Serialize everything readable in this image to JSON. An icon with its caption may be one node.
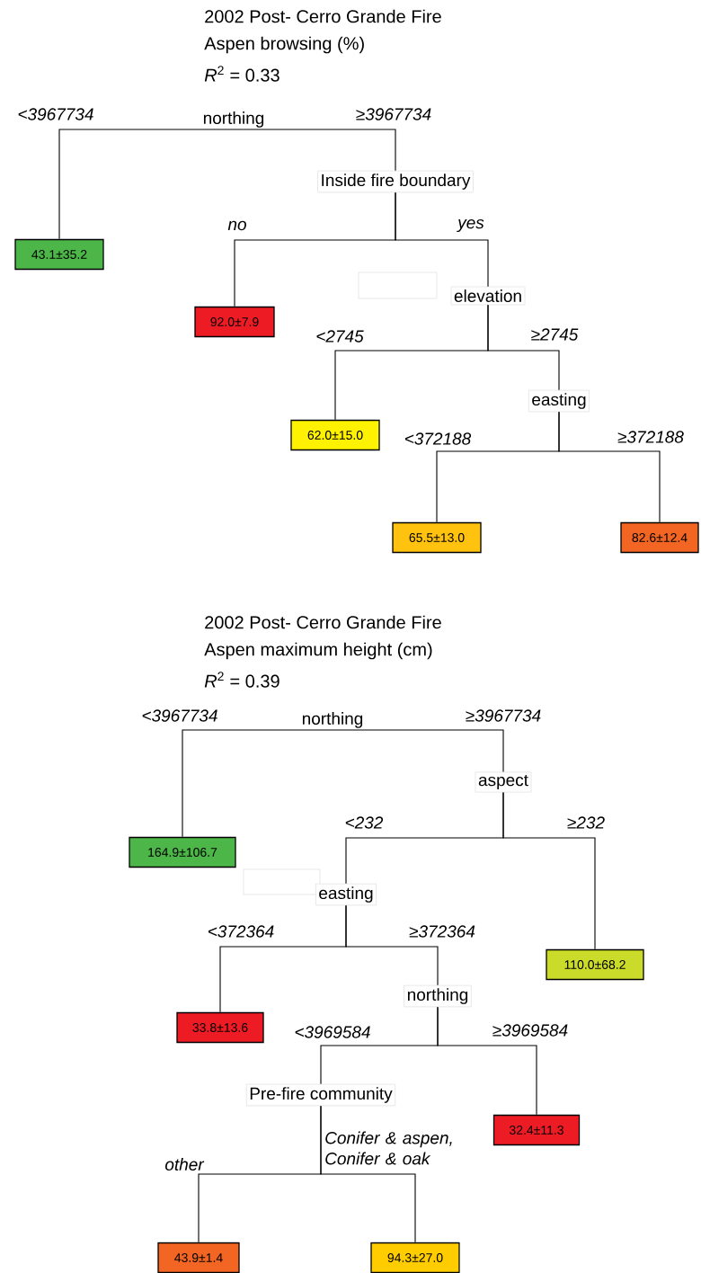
{
  "diagram": {
    "nodes": [
      {
        "text": [
          "northing"
        ]
      },
      {
        "text": [
          "43.1±35.2"
        ]
      },
      {
        "text": [
          "Inside fire boundary"
        ]
      },
      {
        "text": [
          "92.0±7.9"
        ]
      },
      {
        "text": [
          "elevation"
        ]
      },
      {
        "text": [
          "62.0±15.0"
        ]
      },
      {
        "text": [
          "easting"
        ]
      },
      {
        "text": [
          "65.5±13.0"
        ]
      },
      {
        "text": [
          "82.6±12.4"
        ]
      },
      {
        "text": [
          "northing"
        ]
      },
      {
        "text": [
          "164.9±106.7"
        ]
      },
      {
        "text": [
          "aspect"
        ]
      },
      {
        "text": [
          "easting"
        ]
      },
      {
        "text": [
          "110.0±68.2"
        ]
      },
      {
        "text": [
          "33.8±13.6"
        ]
      },
      {
        "text": [
          "northing"
        ]
      },
      {
        "text": [
          "Pre-fire community"
        ]
      },
      {
        "text": [
          "32.4±11.3"
        ]
      },
      {
        "text": [
          "43.9±1.4"
        ]
      },
      {
        "text": [
          "94.3±27.0"
        ]
      }
    ],
    "edges": [
      {
        "from": 0,
        "to": 1,
        "arrow": "none",
        "label": "<3967734"
      },
      {
        "from": 0,
        "to": 2,
        "arrow": "none",
        "label": "≥3967734"
      },
      {
        "from": 2,
        "to": 3,
        "arrow": "none",
        "label": "no"
      },
      {
        "from": 2,
        "to": 4,
        "arrow": "none",
        "label": "yes"
      },
      {
        "from": 4,
        "to": 5,
        "arrow": "none",
        "label": "<2745"
      },
      {
        "from": 4,
        "to": 6,
        "arrow": "none",
        "label": "≥2745"
      },
      {
        "from": 6,
        "to": 7,
        "arrow": "none",
        "label": "<372188"
      },
      {
        "from": 6,
        "to": 8,
        "arrow": "none",
        "label": "≥372188"
      },
      {
        "from": 9,
        "to": 10,
        "arrow": "none",
        "label": "<3967734"
      },
      {
        "from": 9,
        "to": 11,
        "arrow": "none",
        "label": "≥3967734"
      },
      {
        "from": 11,
        "to": 12,
        "arrow": "none",
        "label": "<232"
      },
      {
        "from": 11,
        "to": 13,
        "arrow": "none",
        "label": "≥232"
      },
      {
        "from": 12,
        "to": 14,
        "arrow": "none",
        "label": "<372364"
      },
      {
        "from": 12,
        "to": 15,
        "arrow": "none",
        "label": "≥372364"
      },
      {
        "from": 15,
        "to": 16,
        "arrow": "none",
        "label": "<3969584"
      },
      {
        "from": 15,
        "to": 17,
        "arrow": "none",
        "label": "≥3969584"
      },
      {
        "from": 16,
        "to": 18,
        "arrow": "none",
        "label": "other"
      },
      {
        "from": 16,
        "to": 19,
        "arrow": "none",
        "label": "Conifer & aspen, Conifer & oak"
      }
    ],
    "labels": [
      "2002 Post- Cerro Grande Fire",
      "Aspen browsing (%)",
      "*R*$^{2}$ = 0.33",
      "2002 Post- Cerro Grande Fire",
      "Aspen maximum height (cm)",
      "*R*$^{2}$ = 0.39"
    ]
  }
}
